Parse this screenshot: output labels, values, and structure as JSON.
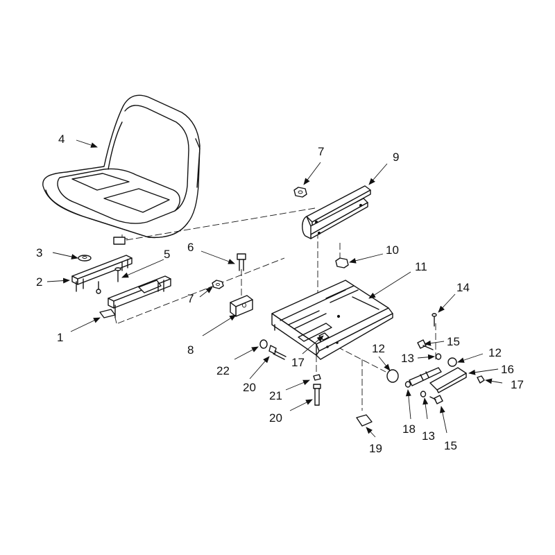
{
  "callouts": [
    {
      "id": "c1",
      "label": "1"
    },
    {
      "id": "c2",
      "label": "2"
    },
    {
      "id": "c3",
      "label": "3"
    },
    {
      "id": "c4",
      "label": "4"
    },
    {
      "id": "c5",
      "label": "5"
    },
    {
      "id": "c6",
      "label": "6"
    },
    {
      "id": "c7a",
      "label": "7"
    },
    {
      "id": "c7b",
      "label": "7"
    },
    {
      "id": "c8",
      "label": "8"
    },
    {
      "id": "c9",
      "label": "9"
    },
    {
      "id": "c10",
      "label": "10"
    },
    {
      "id": "c11",
      "label": "11"
    },
    {
      "id": "c12a",
      "label": "12"
    },
    {
      "id": "c12b",
      "label": "12"
    },
    {
      "id": "c13a",
      "label": "13"
    },
    {
      "id": "c13b",
      "label": "13"
    },
    {
      "id": "c14",
      "label": "14"
    },
    {
      "id": "c15a",
      "label": "15"
    },
    {
      "id": "c15b",
      "label": "15"
    },
    {
      "id": "c16",
      "label": "16"
    },
    {
      "id": "c17a",
      "label": "17"
    },
    {
      "id": "c17b",
      "label": "17"
    },
    {
      "id": "c18",
      "label": "18"
    },
    {
      "id": "c19",
      "label": "19"
    },
    {
      "id": "c20a",
      "label": "20"
    },
    {
      "id": "c20b",
      "label": "20"
    },
    {
      "id": "c21",
      "label": "21"
    },
    {
      "id": "c22",
      "label": "22"
    }
  ]
}
